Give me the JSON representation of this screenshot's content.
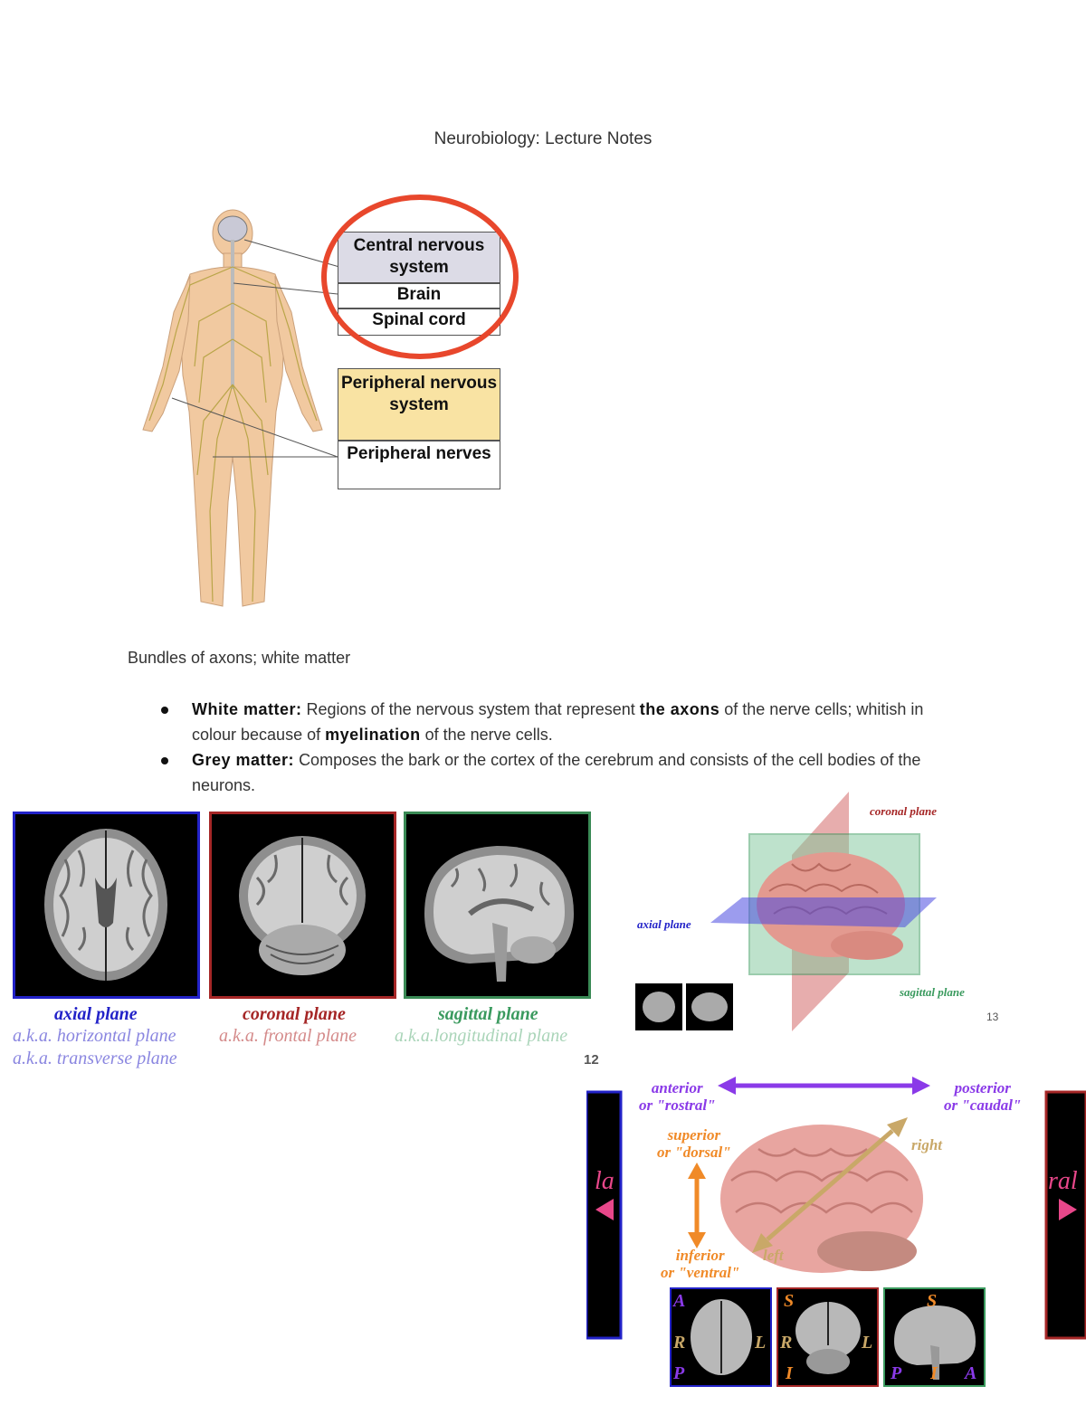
{
  "page_title": "Neurobiology: Lecture Notes",
  "nervous_system_figure": {
    "cns_label": "Central nervous system",
    "brain_label": "Brain",
    "spinal_cord_label": "Spinal cord",
    "pns_label": "Peripheral nervous system",
    "peripheral_nerves_label": "Peripheral nerves",
    "colors": {
      "cns_fill": "#dcdbe6",
      "pns_fill": "#f9e3a3",
      "highlight_circle": "#e8472c",
      "skin": "#f1c9a0",
      "nerves": "#b9a548"
    }
  },
  "section_heading": "Bundles of axons; white matter",
  "bullets": [
    {
      "term": "White matter:",
      "parts": [
        "Regions of the nervous system that represent ",
        "the axons",
        " of the nerve cells; whitish in colour because of ",
        "myelination",
        " of the nerve cells."
      ]
    },
    {
      "term": "Grey matter:",
      "text": "Composes the bark or the cortex of the cerebrum and consists of the cell bodies of the neurons."
    }
  ],
  "scan_panels": {
    "axial": {
      "title": "axial plane",
      "aka1": "a.k.a. horizontal plane",
      "aka2": "a.k.a. transverse plane",
      "color": "#2222c8",
      "aka_color": "#8a86e0"
    },
    "coronal": {
      "title": "coronal plane",
      "aka1": "a.k.a. frontal plane",
      "color": "#a52626",
      "aka_color": "#d48a8a"
    },
    "sagittal": {
      "title": "sagittal plane",
      "aka1": "a.k.a.longitudinal plane",
      "color": "#3a9a5e",
      "aka_color": "#a9d4b8"
    },
    "slide_number": "12"
  },
  "planes_figure": {
    "coronal_label": "coronal plane",
    "axial_label": "axial plane",
    "sagittal_label": "sagittal plane",
    "slide_number": "13"
  },
  "orientation_figure": {
    "anterior": "anterior",
    "anterior_alt": "or \"rostral\"",
    "posterior": "posterior",
    "posterior_alt": "or \"caudal\"",
    "superior": "superior",
    "superior_alt": "or \"dorsal\"",
    "inferior": "inferior",
    "inferior_alt": "or \"ventral\"",
    "right": "right",
    "left": "left",
    "left_cut_text": "la",
    "right_cut_text": "ral",
    "axial_thumb": {
      "top": "A",
      "left": "R",
      "right": "L",
      "bottom": "P"
    },
    "coronal_thumb": {
      "top": "S",
      "left": "R",
      "right": "L",
      "bottom": "I"
    },
    "sagittal_thumb": {
      "top": "S",
      "left": "P",
      "middle": "I",
      "right": "A"
    }
  }
}
